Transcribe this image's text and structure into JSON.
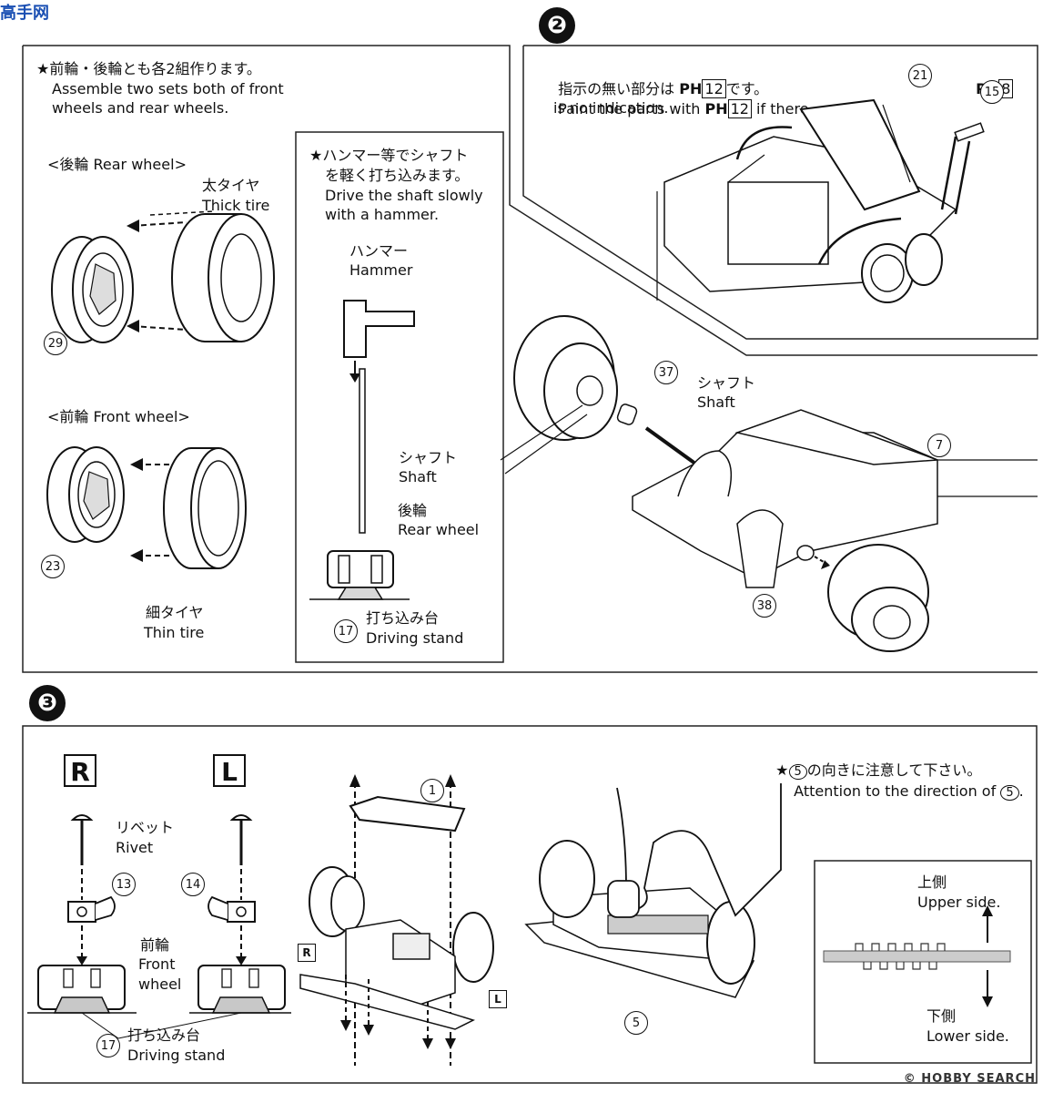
{
  "watermark": {
    "site_name": "高手网"
  },
  "step2": {
    "number": "❷",
    "note_jp": "指示の無い部分は",
    "note_jp_ph": "PH",
    "note_jp_code": "12",
    "note_jp_end": "です。",
    "note_en_1a": "Paint the parts with",
    "note_en_ph": "PH",
    "note_en_code": "12",
    "note_en_1b": "if there",
    "note_en_2": "is no indication.",
    "ph_label": "PH",
    "ph_code": "8",
    "part_21": "21",
    "part_15": "15",
    "part_37": "37",
    "part_7": "7",
    "part_38": "38",
    "shaft_jp": "シャフト",
    "shaft_en": "Shaft"
  },
  "wheels": {
    "note_jp": "★前輪・後輪とも各2組作ります。",
    "note_en_1": "Assemble two sets both of front",
    "note_en_2": "wheels and rear wheels.",
    "rear_label": "<後輪 Rear wheel>",
    "thick_jp": "太タイヤ",
    "thick_en": "Thick tire",
    "part_29": "29",
    "front_label": "<前輪 Front wheel>",
    "part_23": "23",
    "thin_jp": "細タイヤ",
    "thin_en": "Thin tire"
  },
  "hammer": {
    "note_jp_1": "★ハンマー等でシャフト",
    "note_jp_2": "を軽く打ち込みます。",
    "note_en_1": "Drive the shaft slowly",
    "note_en_2": "with a hammer.",
    "hammer_jp": "ハンマー",
    "hammer_en": "Hammer",
    "shaft_jp": "シャフト",
    "shaft_en": "Shaft",
    "rear_jp": "後輪",
    "rear_en": "Rear wheel",
    "stand_jp": "打ち込み台",
    "stand_en": "Driving stand",
    "part_17": "17"
  },
  "step3": {
    "number": "❸",
    "r_label": "R",
    "l_label": "L",
    "rivet_jp": "リベット",
    "rivet_en": "Rivet",
    "part_13": "13",
    "part_14": "14",
    "front_jp": "前輪",
    "front_en_1": "Front",
    "front_en_2": "wheel",
    "stand_jp": "打ち込み台",
    "stand_en": "Driving stand",
    "part_17": "17",
    "part_1": "1",
    "part_5": "5",
    "attn_jp_a": "★",
    "attn_jp_num": "5",
    "attn_jp_b": "の向きに注意して下さい。",
    "attn_en": "Attention to the direction of",
    "attn_en_num": "5",
    "attn_en_end": ".",
    "upper_jp": "上側",
    "upper_en": "Upper side.",
    "lower_jp": "下側",
    "lower_en": "Lower side."
  },
  "footer": {
    "credit": "© HOBBY SEARCH"
  }
}
